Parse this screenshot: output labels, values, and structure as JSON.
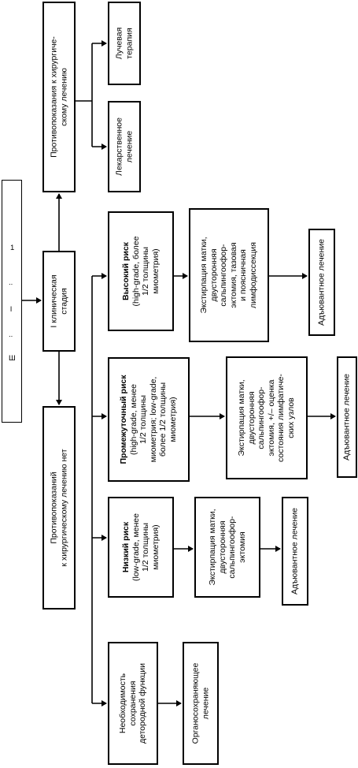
{
  "title_box": {
    "fragments": [
      "Ш",
      "..",
      "l",
      "..",
      "1"
    ]
  },
  "diagram": {
    "stage": {
      "lines": [
        "I клиническая",
        "стадия"
      ]
    },
    "contraindications": {
      "lines": [
        "Противопоказания к хирургиче-",
        "скому лечению"
      ]
    },
    "radiation": {
      "lines": [
        "Лучевая",
        "терапия"
      ]
    },
    "drug": {
      "lines": [
        "Лекарственное",
        "лечение"
      ]
    },
    "no_contraindications": {
      "lines": [
        "Противопоказаний",
        "к хирургическому лечению нет"
      ]
    },
    "high_risk": {
      "lines": [
        "Высокий риск",
        "(high-grade, более",
        "1/2 толщины",
        "миометрия)"
      ]
    },
    "high_surgery": {
      "lines": [
        "Экстирпация матки,",
        "двусторонняя",
        "сальпингоофор-",
        "эктомия, тазовая",
        "и поясничная",
        "лимфодиссекция"
      ]
    },
    "high_adjuvant": {
      "lines": [
        "Адъювантное лечение"
      ]
    },
    "intermediate_risk": {
      "lines": [
        "Промежуточный риск",
        "(high-grade, менее",
        "1/2 толщины",
        "миометрия; low-grade,",
        "более 1/2 толщины",
        "миометрия)"
      ]
    },
    "intermediate_surgery": {
      "lines": [
        "Экстирпация матки,",
        "двусторонняя",
        "сальпингоофор-",
        "эктомия, +/– оценка",
        "состояния лимфатиче-",
        "ских узлов"
      ]
    },
    "intermediate_adjuvant": {
      "lines": [
        "Адъювантное лечение"
      ]
    },
    "low_risk": {
      "lines": [
        "Низкий риск",
        "(low-grade, менее",
        "1/2 толщины",
        "миометрия)"
      ]
    },
    "low_surgery": {
      "lines": [
        "Экстирпация матки,",
        "двусторонняя",
        "сальпингоофор-",
        "эктомия"
      ]
    },
    "low_adjuvant": {
      "lines": [
        "Адъювантное лечение"
      ]
    },
    "fertility": {
      "lines": [
        "Необходимость",
        "сохранения",
        "детородной функции"
      ]
    },
    "organ_preserving": {
      "lines": [
        "Органосохраняющее",
        "лечение"
      ]
    }
  }
}
